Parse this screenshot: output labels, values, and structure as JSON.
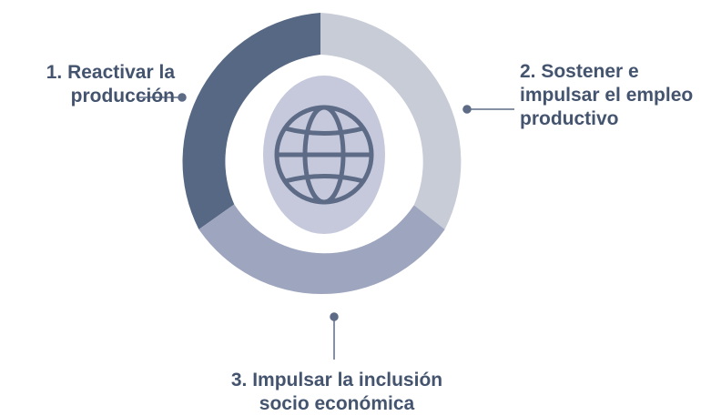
{
  "diagram": {
    "segments": [
      {
        "label": "1. Reactivar la\nproducción",
        "color": "#566883"
      },
      {
        "label": "2. Sostener e\nimpulsar el empleo\nproductivo",
        "color": "#c8ccd6"
      },
      {
        "label": "3. Impulsar la inclusión\nsocio económica",
        "color": "#9ea5be"
      }
    ],
    "center": {
      "icon": "globe-icon",
      "ellipse_color": "#c5c9db",
      "icon_color": "#5d6b86"
    },
    "connector_color": "#5d6b86",
    "label_color": "#44546f"
  }
}
